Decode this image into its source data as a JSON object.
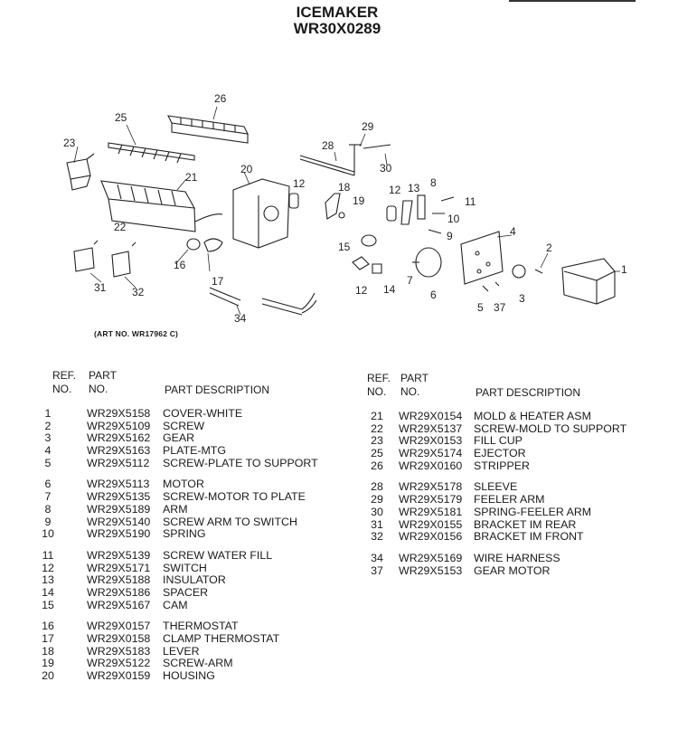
{
  "title": "ICEMAKER",
  "model": "WR30X0289",
  "art_no": "(ART NO. WR17962 C)",
  "header": {
    "ref": "REF.",
    "no": "NO.",
    "part": "PART",
    "part_no": "NO.",
    "desc": "PART DESCRIPTION",
    "ref_r": "REF.",
    "no_r": "NO.",
    "part_r": "PART",
    "part_no_r": "NO.",
    "desc_r": "PART DESCRIPTION"
  },
  "callouts": [
    "26",
    "25",
    "23",
    "21",
    "20",
    "29",
    "28",
    "30",
    "12",
    "18",
    "19",
    "12",
    "13",
    "8",
    "11",
    "10",
    "9",
    "15",
    "4",
    "2",
    "1",
    "22",
    "16",
    "17",
    "31",
    "32",
    "34",
    "7",
    "6",
    "12",
    "14",
    "5",
    "37",
    "3"
  ],
  "left_groups": [
    [
      {
        "ref": "1",
        "part": "WR29X5158",
        "desc": "COVER-WHITE"
      },
      {
        "ref": "2",
        "part": "WR29X5109",
        "desc": "SCREW"
      },
      {
        "ref": "3",
        "part": "WR29X5162",
        "desc": "GEAR"
      },
      {
        "ref": "4",
        "part": "WR29X5163",
        "desc": "PLATE-MTG"
      },
      {
        "ref": "5",
        "part": "WR29X5112",
        "desc": "SCREW-PLATE TO SUPPORT"
      }
    ],
    [
      {
        "ref": "6",
        "part": "WR29X5113",
        "desc": "MOTOR"
      },
      {
        "ref": "7",
        "part": "WR29X5135",
        "desc": "SCREW-MOTOR TO PLATE"
      },
      {
        "ref": "8",
        "part": "WR29X5189",
        "desc": "ARM"
      },
      {
        "ref": "9",
        "part": "WR29X5140",
        "desc": "SCREW ARM TO SWITCH"
      },
      {
        "ref": "10",
        "part": "WR29X5190",
        "desc": "SPRING"
      }
    ],
    [
      {
        "ref": "11",
        "part": "WR29X5139",
        "desc": "SCREW WATER FILL"
      },
      {
        "ref": "12",
        "part": "WR29X5171",
        "desc": "SWITCH"
      },
      {
        "ref": "13",
        "part": "WR29X5188",
        "desc": "INSULATOR"
      },
      {
        "ref": "14",
        "part": "WR29X5186",
        "desc": "SPACER"
      },
      {
        "ref": "15",
        "part": "WR29X5167",
        "desc": "CAM"
      }
    ],
    [
      {
        "ref": "16",
        "part": "WR29X0157",
        "desc": "THERMOSTAT"
      },
      {
        "ref": "17",
        "part": "WR29X0158",
        "desc": "CLAMP THERMOSTAT"
      },
      {
        "ref": "18",
        "part": "WR29X5183",
        "desc": "LEVER"
      },
      {
        "ref": "19",
        "part": "WR29X5122",
        "desc": "SCREW-ARM"
      },
      {
        "ref": "20",
        "part": "WR29X0159",
        "desc": "HOUSING"
      }
    ]
  ],
  "right_groups": [
    [
      {
        "ref": "21",
        "part": "WR29X0154",
        "desc": "MOLD & HEATER ASM"
      },
      {
        "ref": "22",
        "part": "WR29X5137",
        "desc": "SCREW-MOLD TO SUPPORT"
      },
      {
        "ref": "23",
        "part": "WR29X0153",
        "desc": "FILL CUP"
      },
      {
        "ref": "25",
        "part": "WR29X5174",
        "desc": "EJECTOR"
      },
      {
        "ref": "26",
        "part": "WR29X0160",
        "desc": "STRIPPER"
      }
    ],
    [
      {
        "ref": "28",
        "part": "WR29X5178",
        "desc": "SLEEVE"
      },
      {
        "ref": "29",
        "part": "WR29X5179",
        "desc": "FEELER ARM"
      },
      {
        "ref": "30",
        "part": "WR29X5181",
        "desc": "SPRING-FEELER ARM"
      },
      {
        "ref": "31",
        "part": "WR29X0155",
        "desc": "BRACKET IM REAR"
      },
      {
        "ref": "32",
        "part": "WR29X0156",
        "desc": "BRACKET IM FRONT"
      }
    ],
    [
      {
        "ref": "34",
        "part": "WR29X5169",
        "desc": "WIRE HARNESS"
      },
      {
        "ref": "37",
        "part": "WR29X5153",
        "desc": "GEAR MOTOR"
      }
    ]
  ]
}
